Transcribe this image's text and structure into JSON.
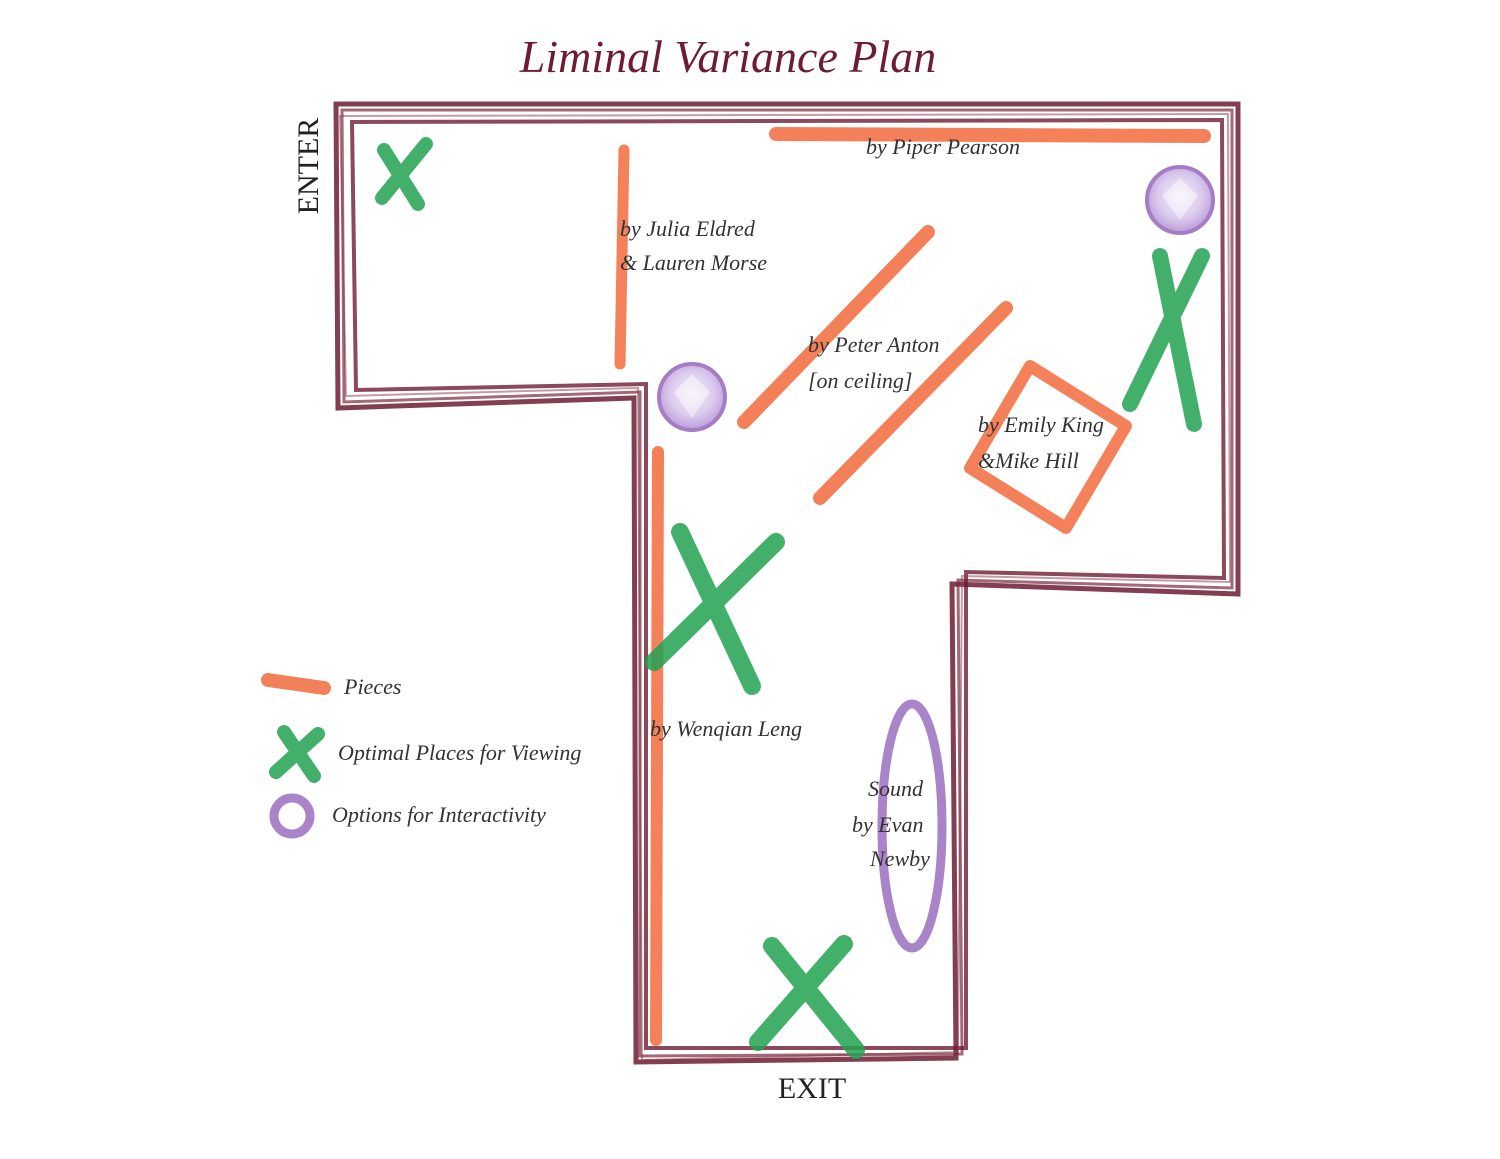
{
  "title": "Liminal Variance Plan",
  "doors": {
    "enter": "ENTER",
    "exit": "EXIT"
  },
  "pieces": {
    "piper": "by Piper Pearson",
    "julia_1": "by Julia Eldred",
    "julia_2": "& Lauren Morse",
    "peter_1": "by Peter Anton",
    "peter_2": "[on ceiling]",
    "emily_1": "by Emily King",
    "emily_2": "&Mike Hill",
    "wenqian": "by Wenqian Leng",
    "sound_1": "Sound",
    "sound_2": "by Evan",
    "sound_3": "Newby"
  },
  "legend": {
    "pieces": "Pieces",
    "viewing": "Optimal Places for Viewing",
    "interactivity": "Options for Interactivity"
  },
  "colors": {
    "wall": "#6e1c32",
    "piece": "#f26b3c",
    "viewing": "#22a352",
    "interactivity": "#9b6fbf"
  }
}
